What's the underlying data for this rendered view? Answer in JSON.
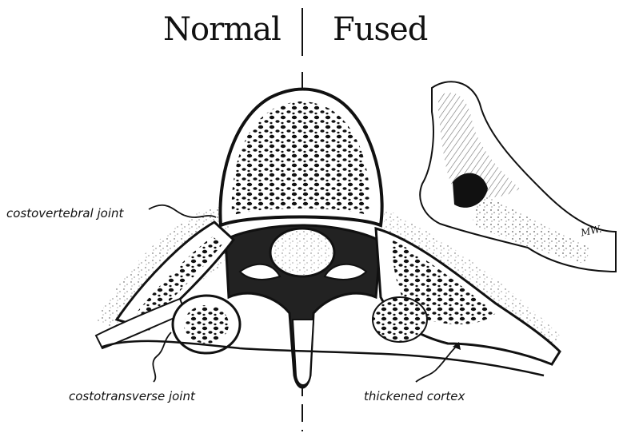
{
  "titles": {
    "left": "Normal",
    "right": "Fused"
  },
  "labels": {
    "costovertebral_joint": "costovertebral joint",
    "costotransverse_joint": "costotransverse joint",
    "thickened_cortex": "thickened cortex",
    "signature": "MW."
  },
  "colors": {
    "ink": "#111111",
    "paper": "#ffffff"
  }
}
